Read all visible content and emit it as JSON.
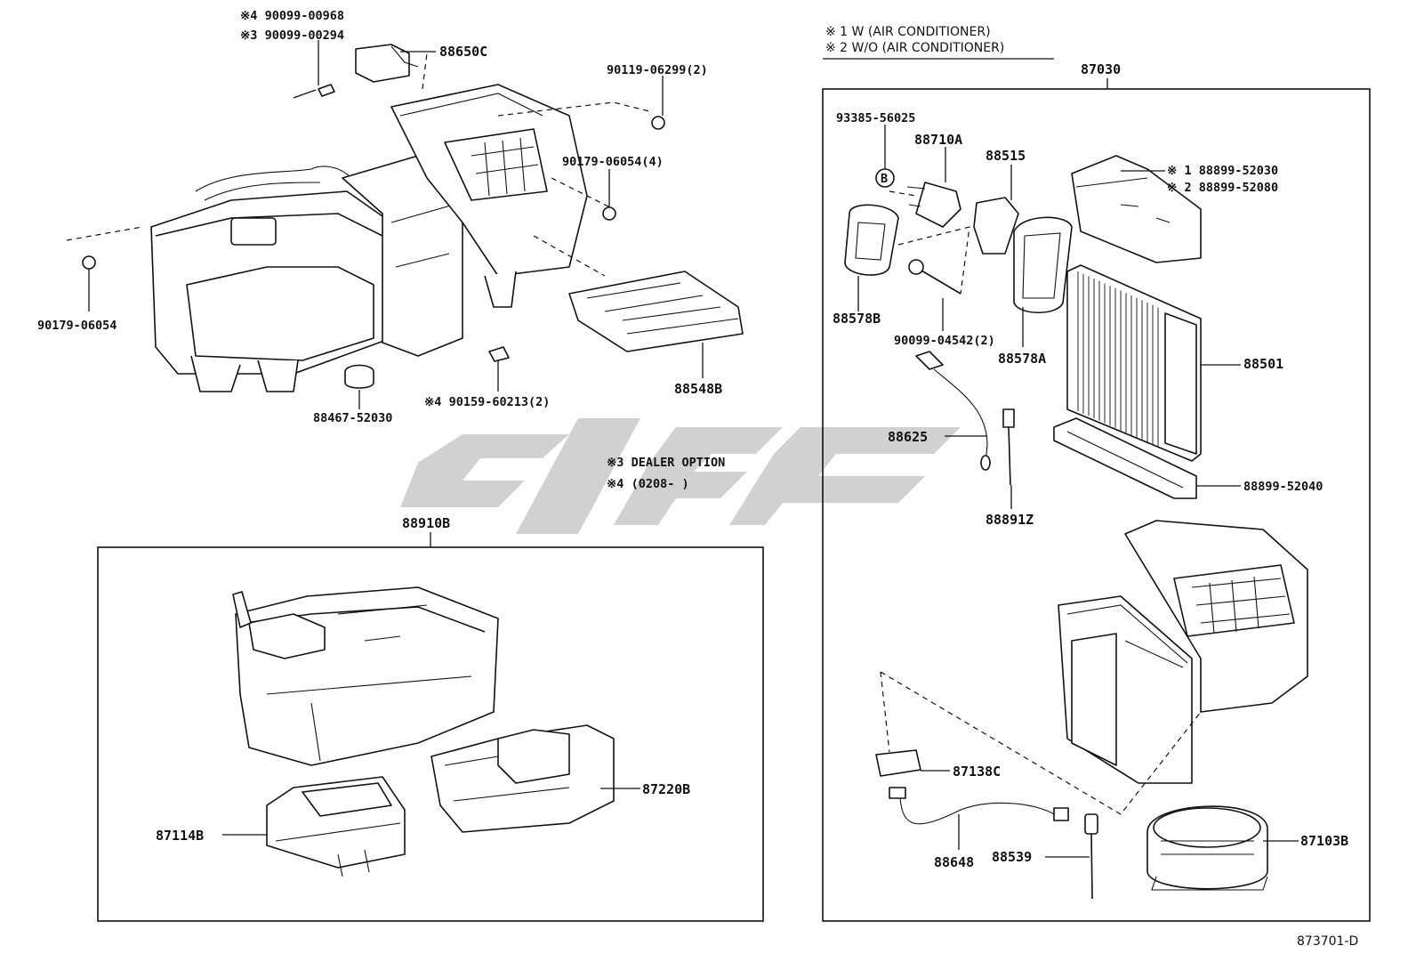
{
  "legend": {
    "line1": "※ 1  W (AIR CONDITIONER)",
    "line2": "※ 2  W/O (AIR CONDITIONER)"
  },
  "notes": {
    "dealer_option": "※3 DEALER OPTION",
    "date_range": "※4  (0208-      )"
  },
  "labels": {
    "p_90099_00968": "※4 90099-00968",
    "p_90099_00294": "※3 90099-00294",
    "p_88650C": "88650C",
    "p_90119_06299": "90119-06299(2)",
    "p_90179_06054_4": "90179-06054(4)",
    "p_90179_06054": "90179-06054",
    "p_90159_60213": "※4 90159-60213(2)",
    "p_88467_52030": "88467-52030",
    "p_88548B": "88548B",
    "p_88910B": "88910B",
    "p_87220B": "87220B",
    "p_87114B": "87114B",
    "p_87030": "87030",
    "p_93385_56025": "93385-56025",
    "p_88710A": "88710A",
    "p_88515": "88515",
    "p_88899_52030": "※ 1  88899-52030",
    "p_88899_52080": "※ 2  88899-52080",
    "p_B": "B",
    "p_88578B": "88578B",
    "p_90099_04542": "90099-04542(2)",
    "p_88578A": "88578A",
    "p_88501": "88501",
    "p_88625": "88625",
    "p_88891Z": "88891Z",
    "p_88899_52040": "88899-52040",
    "p_87138C": "87138C",
    "p_88648": "88648",
    "p_88539": "88539",
    "p_87103B": "87103B"
  },
  "figure_id": "873701-D"
}
